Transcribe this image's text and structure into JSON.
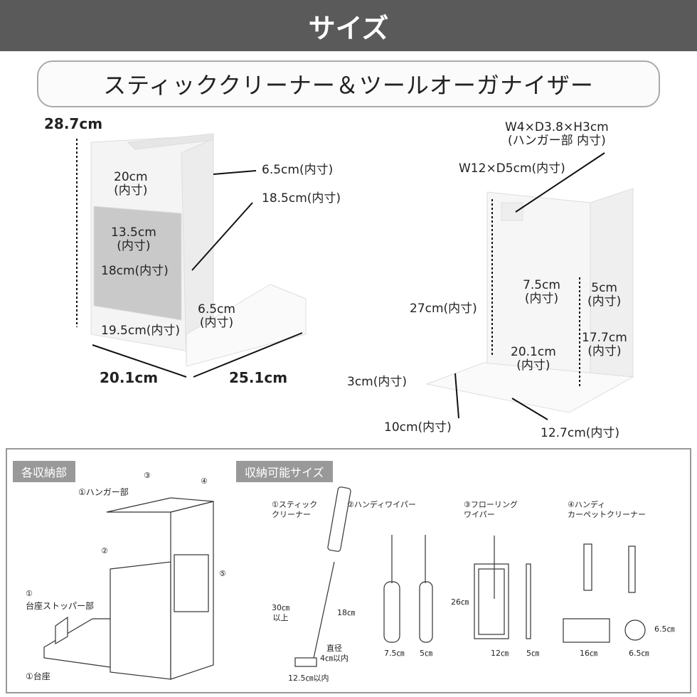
{
  "header": {
    "title": "サイズ"
  },
  "product": {
    "name": "スティッククリーナー＆ツールオーガナイザー"
  },
  "left_view": {
    "height": "28.7cm",
    "width": "20.1cm",
    "depth": "25.1cm",
    "top_inner": "20cm\n(内寸)",
    "slot": "6.5cm(内寸)",
    "depth_inner": "18.5cm(内寸)",
    "window_h": "13.5cm\n(内寸)",
    "window_w": "18cm(内寸)",
    "front_depth": "6.5cm\n(内寸)",
    "base_w": "19.5cm(内寸)"
  },
  "right_view": {
    "hanger": "W4×D3.8×H3cm\n(ハンガー部 内寸)",
    "top": "W12×D5cm(内寸)",
    "inner_h": "27cm(内寸)",
    "a": "7.5cm\n(内寸)",
    "b": "5cm\n(内寸)",
    "c": "17.7cm\n(内寸)",
    "d": "20.1cm\n(内寸)",
    "stopper": "3cm(内寸)",
    "base_d": "10cm(内寸)",
    "base_w": "12.7cm(内寸)"
  },
  "parts": {
    "tag": "各収納部",
    "hanger": "①ハンガー部",
    "n2": "②",
    "n3": "③",
    "n4": "④",
    "n5": "⑤",
    "stopper_num": "①",
    "stopper": "台座ストッパー部",
    "base": "①台座"
  },
  "storable": {
    "tag": "収納可能サイズ",
    "items": [
      {
        "label": "①スティック\nクリーナー",
        "dims": [
          "30㎝\n以上",
          "直径\n4㎝以内",
          "12.5㎝以内"
        ]
      },
      {
        "label": "②ハンディワイパー",
        "dims": [
          "18㎝",
          "7.5㎝",
          "5㎝"
        ]
      },
      {
        "label": "③フローリング\nワイパー",
        "dims": [
          "26㎝",
          "12㎝",
          "5㎝"
        ]
      },
      {
        "label": "④ハンディ\nカーペットクリーナー",
        "dims": [
          "6.5㎝",
          "16㎝",
          "6.5㎝"
        ]
      }
    ]
  }
}
